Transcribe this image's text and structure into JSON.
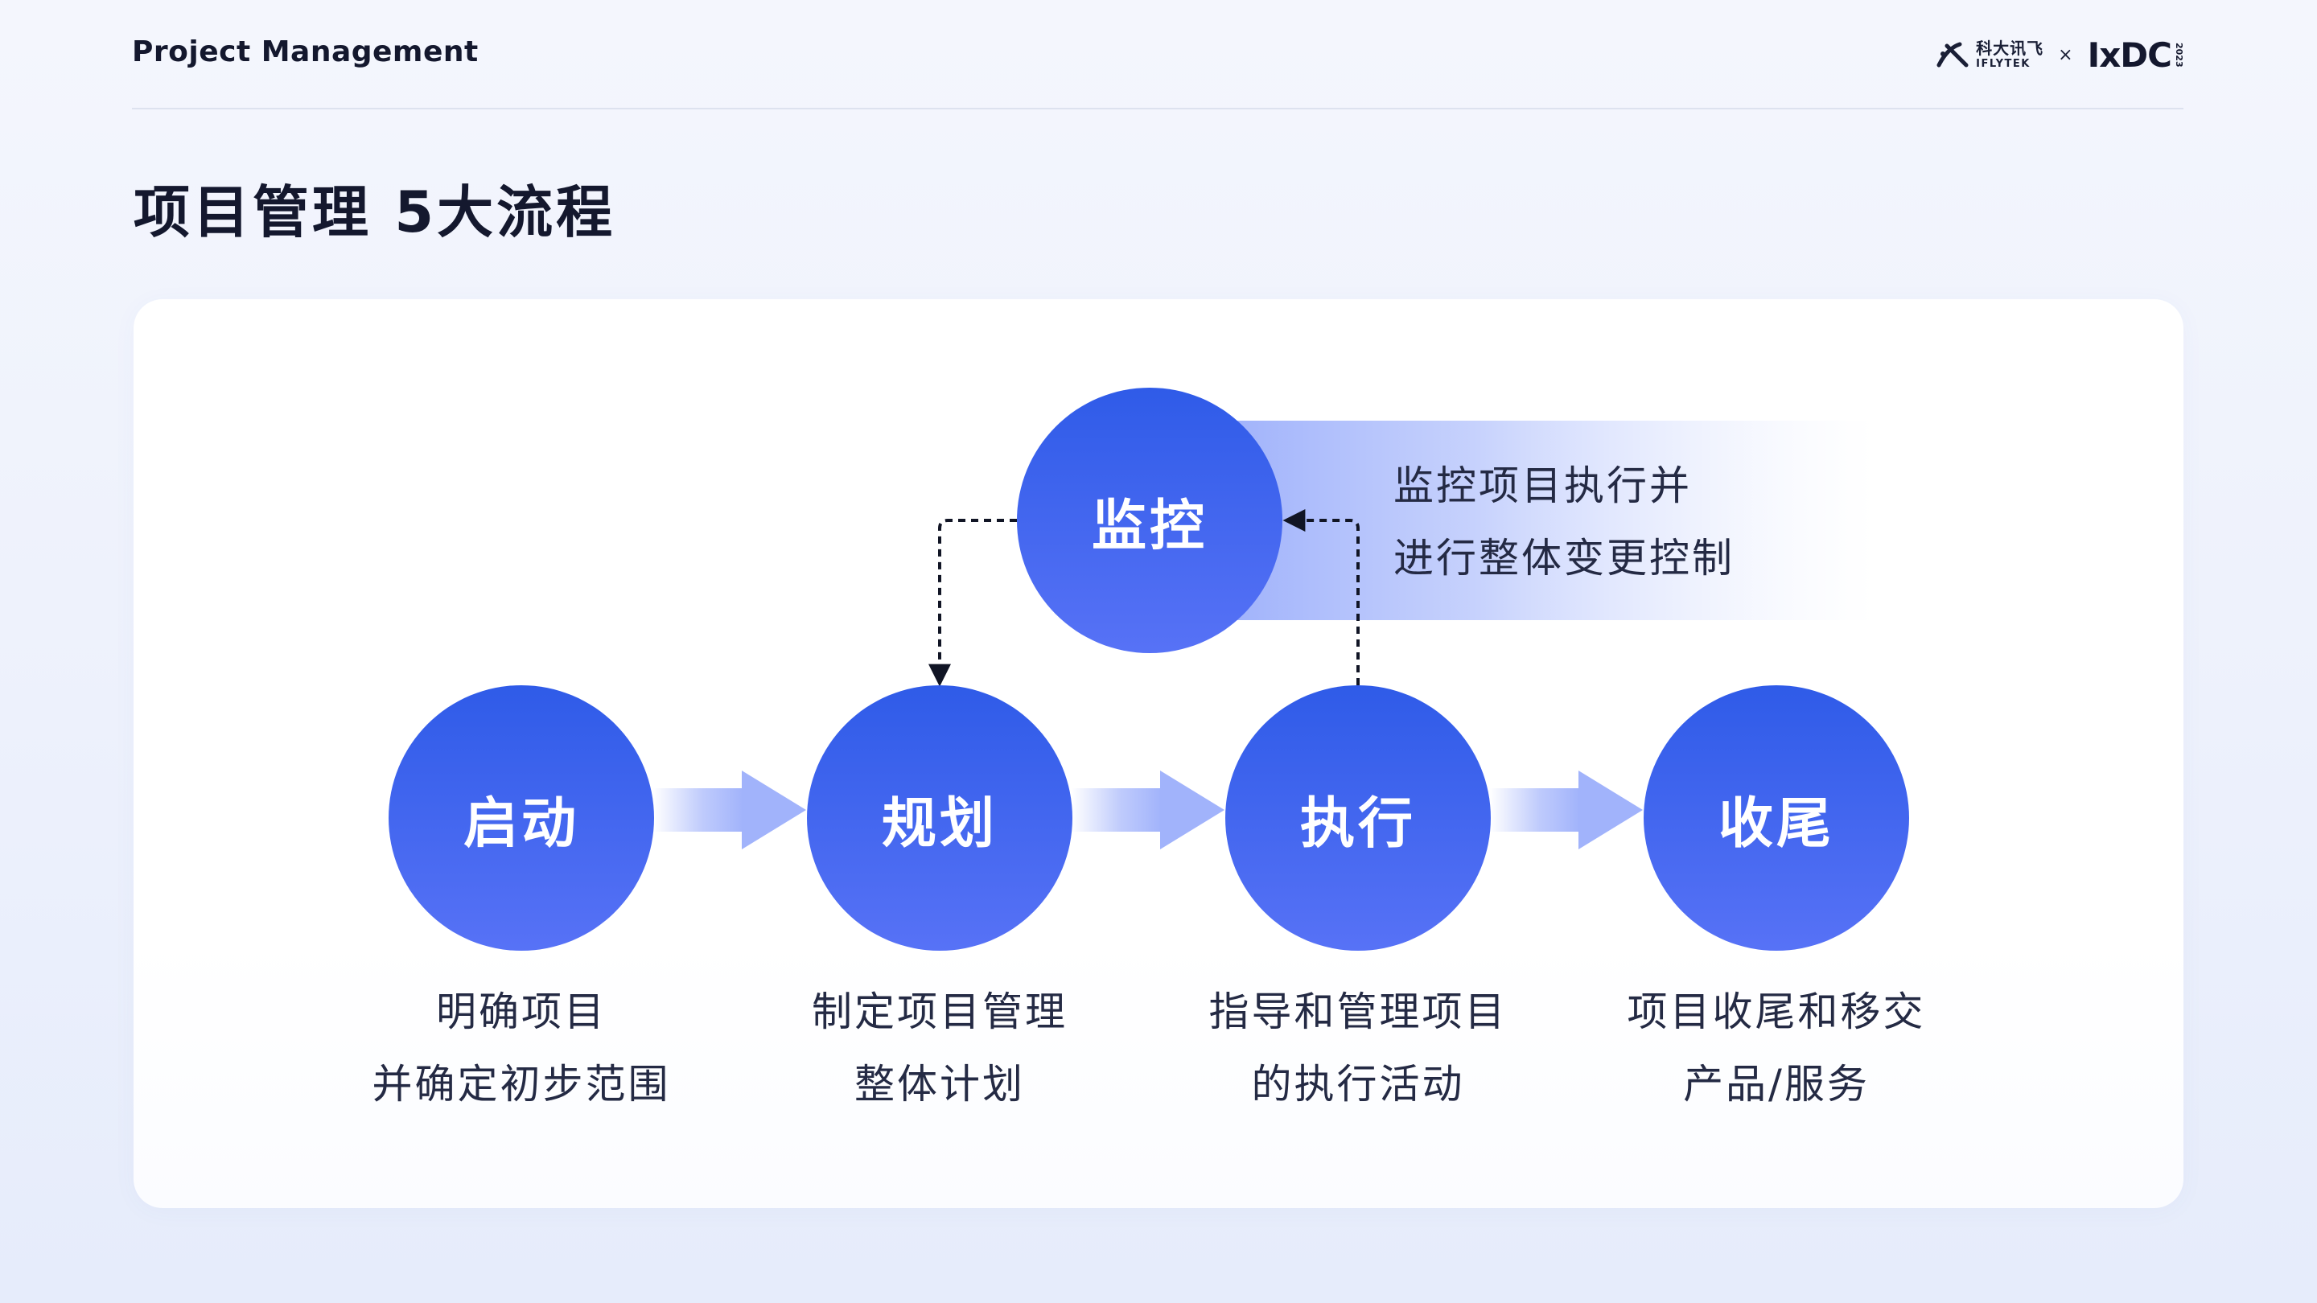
{
  "header": {
    "title": "Project Management",
    "logo": {
      "brand_cn": "科大讯飞",
      "brand_en": "IFLYTEK",
      "separator": "×",
      "partner": "IxDC",
      "year": "2023"
    }
  },
  "page_title": "项目管理 5大流程",
  "diagram": {
    "monitor": {
      "label": "监控",
      "description": [
        "监控项目执行并",
        "进行整体变更控制"
      ]
    },
    "steps": [
      {
        "label": "启动",
        "description": [
          "明确项目",
          "并确定初步范围"
        ]
      },
      {
        "label": "规划",
        "description": [
          "制定项目管理",
          "整体计划"
        ]
      },
      {
        "label": "执行",
        "description": [
          "指导和管理项目",
          "的执行活动"
        ]
      },
      {
        "label": "收尾",
        "description": [
          "项目收尾和移交",
          "产品/服务"
        ]
      }
    ]
  },
  "colors": {
    "circle_top": "#2f5be8",
    "circle_bottom": "#5772f6",
    "arrow": "#a9b9fb",
    "text_dark": "#14182e",
    "text_body": "#242a44"
  }
}
